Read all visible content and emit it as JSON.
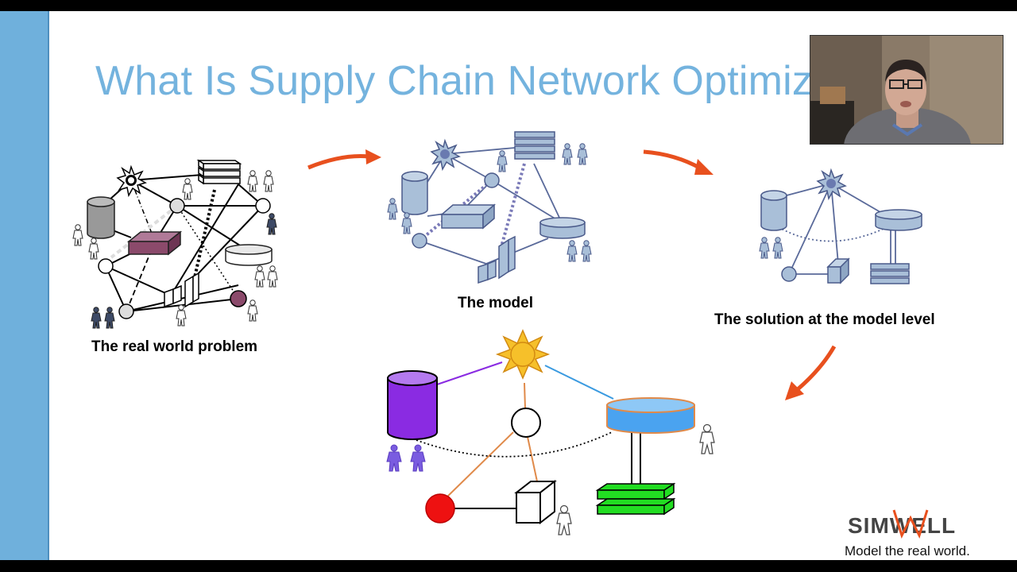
{
  "slide": {
    "title": "What Is Supply Chain Network Optimiz",
    "captions": {
      "real_world": "The real world problem",
      "model": "The model",
      "solution": "The solution at the model level"
    }
  },
  "logo": {
    "name": "SIMWELL",
    "tagline": "Model the real world."
  },
  "colors": {
    "accent_bar": "#6fb0dc",
    "title": "#74b3de",
    "arrow": "#e8501e",
    "model_fill": "#a9bfd8",
    "model_stroke": "#4a5a8a",
    "real_highlight": "#8b4a6b",
    "solution_warehouse": "#8a2be2",
    "solution_tank": "#4aa3f0",
    "solution_stack": "#22dd22",
    "solution_node": "#ee1111",
    "solution_sun": "#f6c02a"
  },
  "icons": [
    "sun-icon",
    "database-icon",
    "stack-icon",
    "person-icon",
    "factory-icon",
    "tank-icon",
    "arrow-icon"
  ]
}
